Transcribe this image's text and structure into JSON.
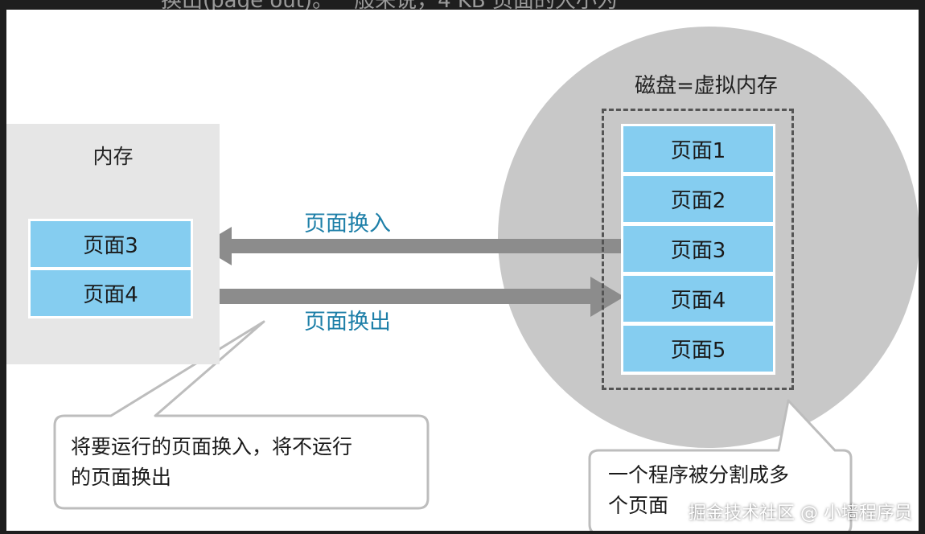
{
  "top_clipped_text": "换出(page out)。一般来说，4 KB 页面的大小为",
  "memory": {
    "title": "内存",
    "pages": [
      "页面3",
      "页面4"
    ]
  },
  "disk": {
    "title": "磁盘=虚拟内存",
    "pages": [
      "页面1",
      "页面2",
      "页面3",
      "页面4",
      "页面5"
    ]
  },
  "arrows": {
    "page_in": "页面换入",
    "page_out": "页面换出"
  },
  "callouts": {
    "left_line1": "将要运行的页面换入，将不运行",
    "left_line2": "的页面换出",
    "right_line1": "一个程序被分割成多",
    "right_line2": "个页面"
  },
  "watermark": "掘金技术社区 @ 小墙程序员",
  "colors": {
    "page_fill": "#85cdf0",
    "arrow": "#8c8c8c",
    "label_blue": "#1d7fa8",
    "disk_circle": "#c8c8c8",
    "memory_panel": "#e6e6e6"
  }
}
